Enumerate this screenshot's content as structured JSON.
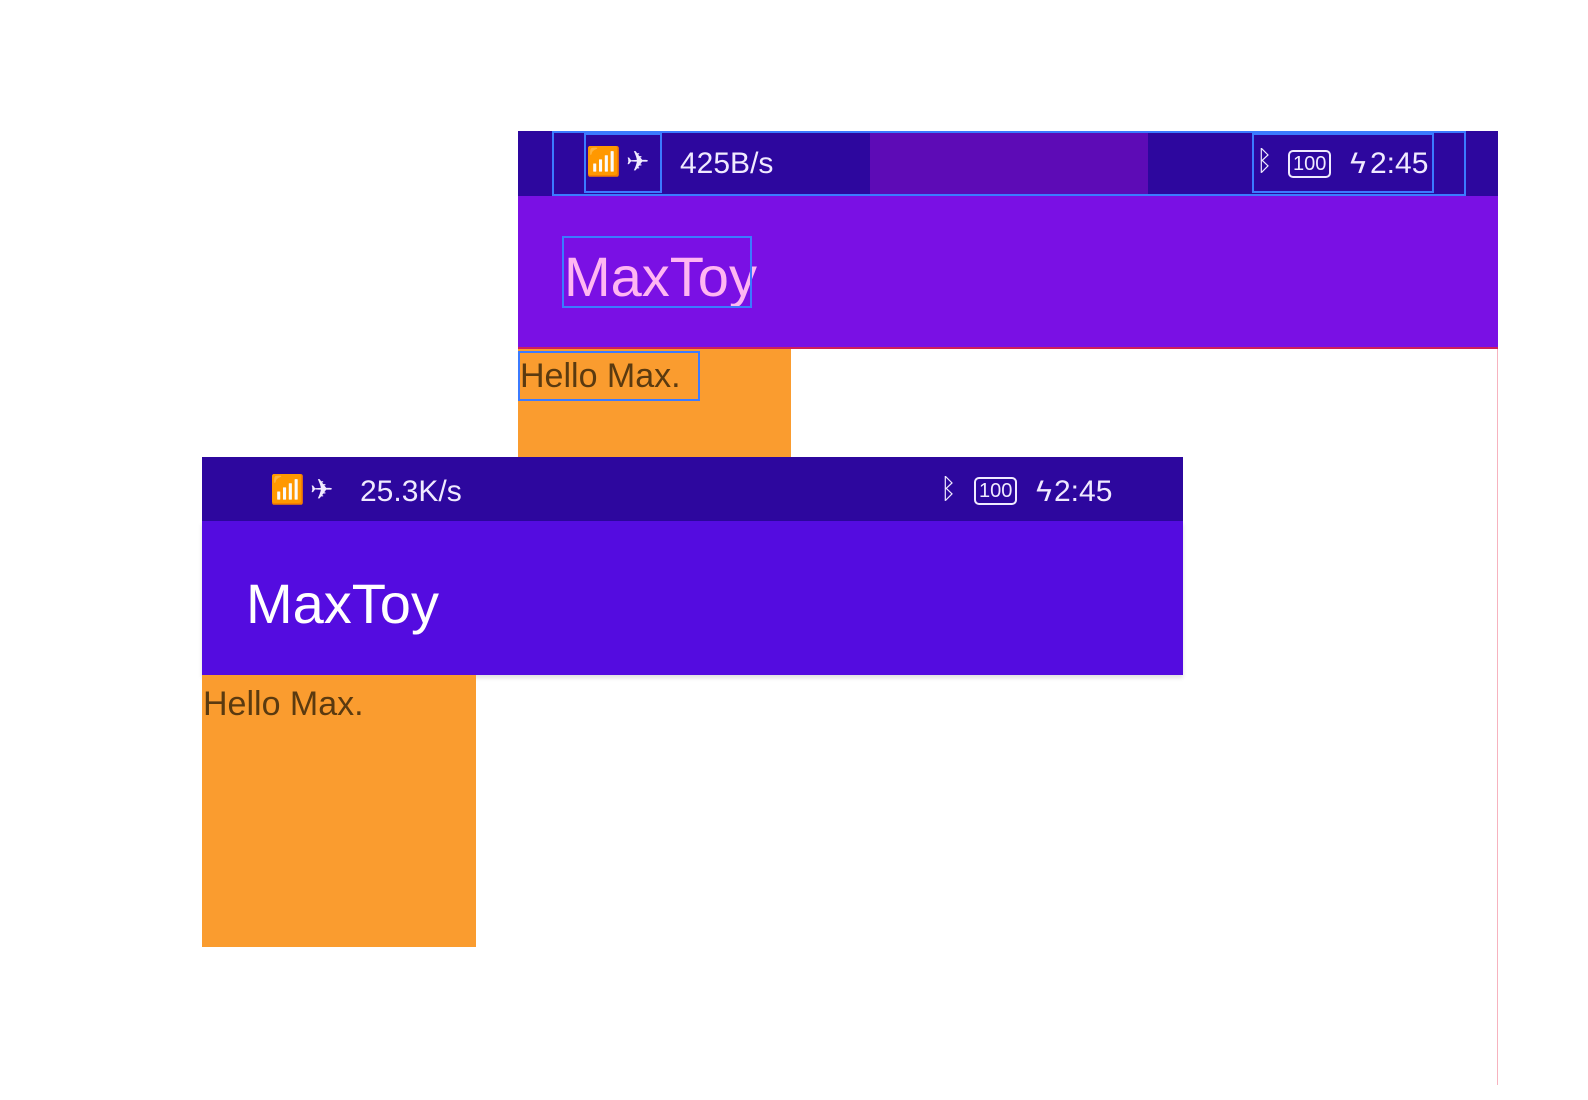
{
  "top_preview": {
    "status": {
      "net_speed": "425B/s",
      "battery": "100",
      "time": "2:45"
    },
    "toolbar_title": "MaxToy",
    "content_text": "Hello Max."
  },
  "bottom_preview": {
    "status": {
      "net_speed": "25.3K/s",
      "battery": "100",
      "time": "2:45"
    },
    "toolbar_title": "MaxToy",
    "content_text": "Hello Max."
  },
  "colors": {
    "status_bar": "#2d079e",
    "toolbar_top": "#7a10e4",
    "toolbar_bottom": "#540ce0",
    "content": "#fa9c2f",
    "title_top": "#ffb6f2"
  }
}
